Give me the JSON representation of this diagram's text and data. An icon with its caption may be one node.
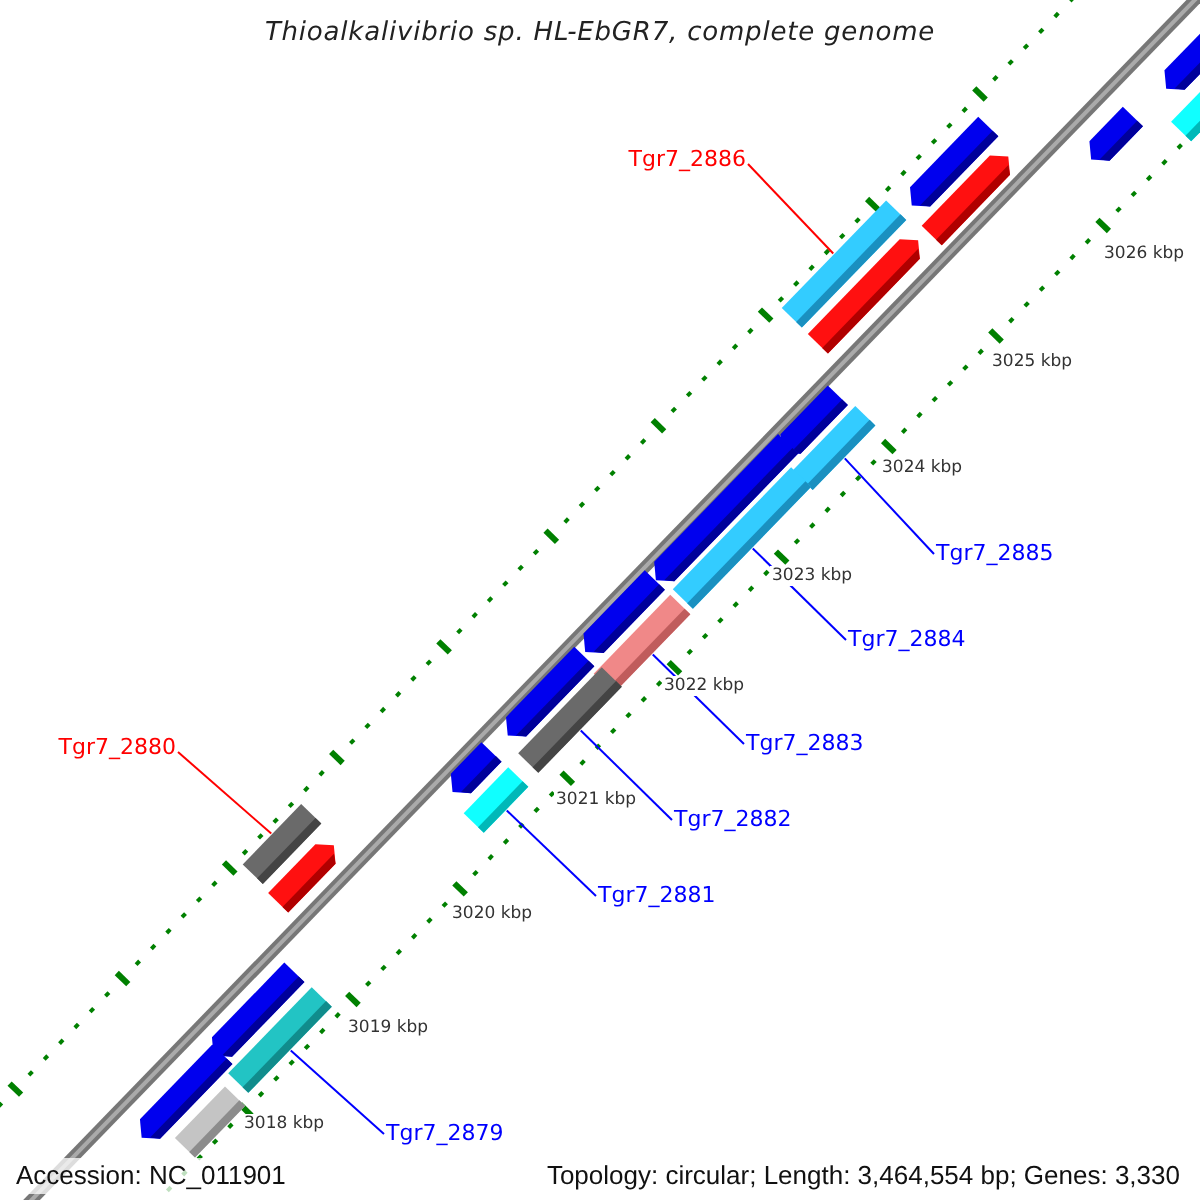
{
  "diagram": {
    "title": "Thioalkalivibrio sp. HL-EbGR7, complete genome",
    "nodes": [
      {
        "text": [
          "Tgr7_2886"
        ]
      },
      {
        "text": [
          "Tgr7_2885"
        ]
      },
      {
        "text": [
          "Tgr7_2884"
        ]
      },
      {
        "text": [
          "Tgr7_2883"
        ]
      },
      {
        "text": [
          "Tgr7_2882"
        ]
      },
      {
        "text": [
          "Tgr7_2881"
        ]
      },
      {
        "text": [
          "Tgr7_2880"
        ]
      },
      {
        "text": [
          "Tgr7_2879"
        ]
      },
      {
        "text": [],
        "shape": "bar"
      },
      {
        "text": [],
        "shape": "bar"
      },
      {
        "text": [],
        "shape": "bar"
      },
      {
        "text": [],
        "shape": "bar"
      },
      {
        "text": [],
        "shape": "bar"
      },
      {
        "text": [],
        "shape": "bar"
      },
      {
        "text": [],
        "shape": "bar"
      },
      {
        "text": [],
        "shape": "bar"
      },
      {
        "text": [],
        "shape": "pentagon"
      },
      {
        "text": [],
        "shape": "bar"
      },
      {
        "text": [],
        "shape": "pentagon"
      },
      {
        "text": [],
        "shape": "pentagon"
      },
      {
        "text": [],
        "shape": "pentagon"
      },
      {
        "text": [],
        "shape": "pentagon"
      },
      {
        "text": [],
        "shape": "pentagon"
      },
      {
        "text": [],
        "shape": "pentagon"
      },
      {
        "text": [],
        "shape": "pentagon"
      },
      {
        "text": [],
        "shape": "pentagon"
      },
      {
        "text": [],
        "shape": "pentagon"
      },
      {
        "text": [],
        "shape": "pentagon"
      },
      {
        "text": [],
        "shape": "pentagon"
      },
      {
        "text": [],
        "shape": "pentagon"
      },
      {
        "text": [],
        "shape": "bar"
      }
    ],
    "edges": [
      {
        "from": 0,
        "to": 8,
        "arrow": "none",
        "color": "#ff0000"
      },
      {
        "from": 1,
        "to": 9,
        "arrow": "none"
      },
      {
        "from": 2,
        "to": 10,
        "arrow": "none"
      },
      {
        "from": 3,
        "to": 11,
        "arrow": "none"
      },
      {
        "from": 4,
        "to": 12,
        "arrow": "none"
      },
      {
        "from": 5,
        "to": 13,
        "arrow": "none"
      },
      {
        "from": 6,
        "to": 14,
        "arrow": "none",
        "color": "#ff0000"
      },
      {
        "from": 7,
        "to": 15,
        "arrow": "none"
      }
    ],
    "labels": [
      "3026 kbp",
      "3025 kbp",
      "3024 kbp",
      "3023 kbp",
      "3022 kbp",
      "3021 kbp",
      "3020 kbp",
      "3019 kbp",
      "3018 kbp",
      "Accession: NC_011901",
      "Topology: circular; Length: 3,464,554 bp; Genes: 3,330"
    ]
  }
}
